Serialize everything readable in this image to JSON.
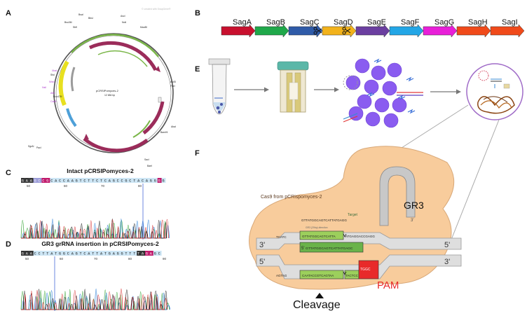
{
  "panel_labels": {
    "a": "A",
    "b": "B",
    "c": "C",
    "d": "D",
    "e": "E",
    "f": "F"
  },
  "panel_a": {
    "watermark": "© created with SnapGene®",
    "plasmid_name": "pCRSIPomyces-2",
    "plasmid_size": "12 684 bp",
    "features": [
      "BsaI",
      "BbsI",
      "Bsu36I",
      "SbfI",
      "AscI",
      "NotI",
      "MauBI",
      "AsiSI",
      "FseI",
      "AbaI",
      "BamHI",
      "SacI",
      "BaeI",
      "XbaI",
      "SfoI",
      "NheI",
      "NsiI",
      "AfeI",
      "Eco47III",
      "Cas9",
      "PacI",
      "SgrAI"
    ]
  },
  "panel_b": {
    "genes": [
      {
        "name": "SagA",
        "color": "#c8102e"
      },
      {
        "name": "SagB",
        "color": "#1fa84a"
      },
      {
        "name": "SagC",
        "color": "#2f5ba8"
      },
      {
        "name": "SagD",
        "color": "#f2b21b"
      },
      {
        "name": "SagE",
        "color": "#6b3fa0"
      },
      {
        "name": "SagF",
        "color": "#23a6e6"
      },
      {
        "name": "SagG",
        "color": "#e81fd8"
      },
      {
        "name": "SagH",
        "color": "#f04a1a"
      },
      {
        "name": "SagI",
        "color": "#f04a1a"
      }
    ]
  },
  "panel_c": {
    "title": "Intact pCRSIPomyces-2",
    "sequence": "GAAGCCGCACCAAGTCTTCTCAGCCGCTACAGGGG",
    "ticks": [
      "50",
      "60",
      "70",
      "80"
    ]
  },
  "panel_d": {
    "title": "GR3 grRNA insertion in pCRSIPomyces-2",
    "sequence": "GAACCTTATGGCAGTCATTATGAGGTTTTAGAGC",
    "ticks": [
      "50",
      "60",
      "70",
      "80",
      "90"
    ]
  },
  "panel_f": {
    "cas9_label": "Cas9 from pCRispomyces-2",
    "target_label": "Target",
    "target_seq": "GTTATGGCAGTCATTATGAGG",
    "gr_label": "GR3",
    "guide_seq": "GTTATGGCAGTCATTATGAGC",
    "five_prime": "5'",
    "three_prime": "3'",
    "top_left_bases": "TCATC",
    "top_strand": "GTTATGGCAGTCATTA",
    "top_pam_bases": "ATGAGGACCGAGG",
    "bottom_left_bases": "AGTAG",
    "bottom_strand": "CAATACCGTCAGTAA",
    "bottom_right_bases": "TACTCC",
    "pam_bases": "TGGC",
    "pam_label": "PAM",
    "cleavage_label": "Cleavage",
    "small_label": "GR3 (20bp) direction"
  }
}
